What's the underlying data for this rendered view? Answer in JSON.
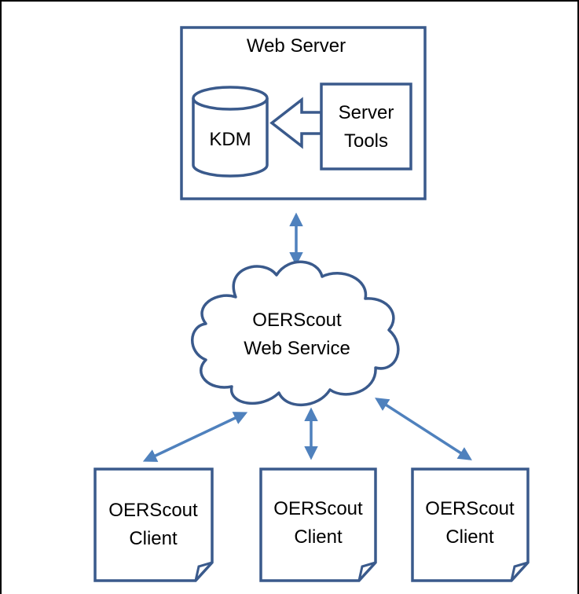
{
  "diagram": {
    "web_server": {
      "title": "Web Server",
      "database_label": "KDM",
      "tools_line1": "Server",
      "tools_line2": "Tools"
    },
    "web_service": {
      "line1": "OERScout",
      "line2": "Web Service"
    },
    "clients": [
      {
        "line1": "OERScout",
        "line2": "Client"
      },
      {
        "line1": "OERScout",
        "line2": "Client"
      },
      {
        "line1": "OERScout",
        "line2": "Client"
      }
    ]
  },
  "colors": {
    "box_stroke": "#3a5a8c",
    "arrow": "#4f81bd",
    "frame": "#000000",
    "text": "#000000"
  }
}
